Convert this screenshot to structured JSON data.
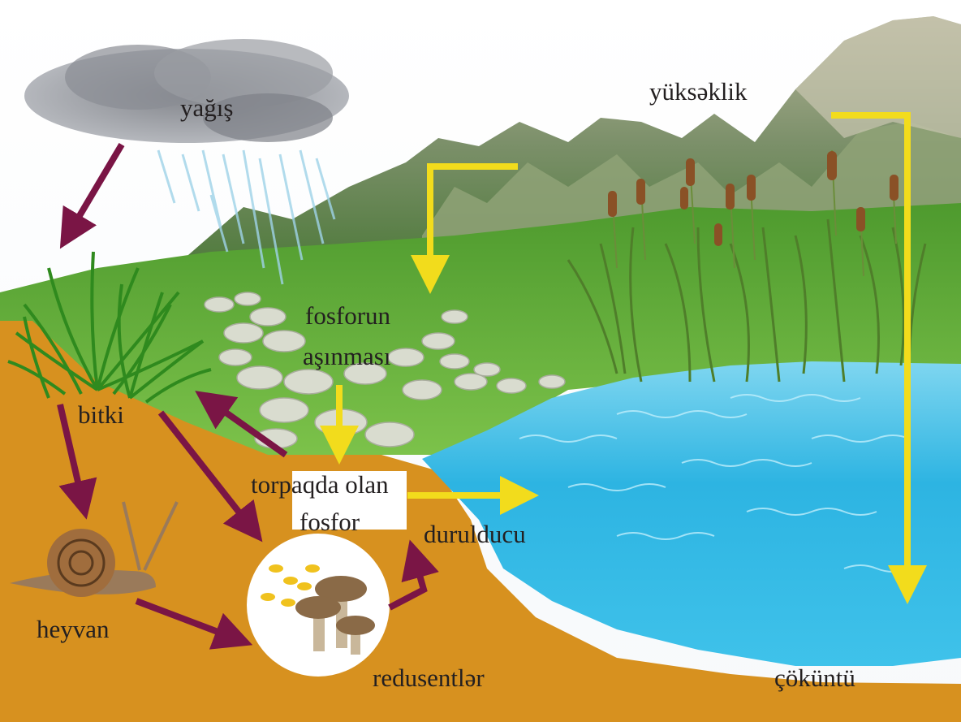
{
  "labels": {
    "rain": "yağış",
    "elevation": "yüksəklik",
    "weathering_line1": "fosforun",
    "weathering_line2": "aşınması",
    "plant": "bitki",
    "soil_phosphorus_line1": "torpaqda olan",
    "soil_phosphorus_line2": "fosfor",
    "leaching": "duruldu­cu",
    "animal": "heyvan",
    "decomposers": "redusentlər",
    "sediment": "çöküntü"
  },
  "colors": {
    "soil": "#d7911f",
    "grass": "#5aa336",
    "water": "#2bb3e0",
    "mountain": "#6f8a5c",
    "cloud": "#7d8088",
    "arrow_biological": "#7a1545",
    "arrow_physical": "#f2dc1c",
    "label_text": "#231f20"
  },
  "icons": [
    "rain-cloud-icon",
    "grass-plant-icon",
    "snail-icon",
    "mushroom-icon",
    "cattail-reeds-icon",
    "stones-icon"
  ]
}
